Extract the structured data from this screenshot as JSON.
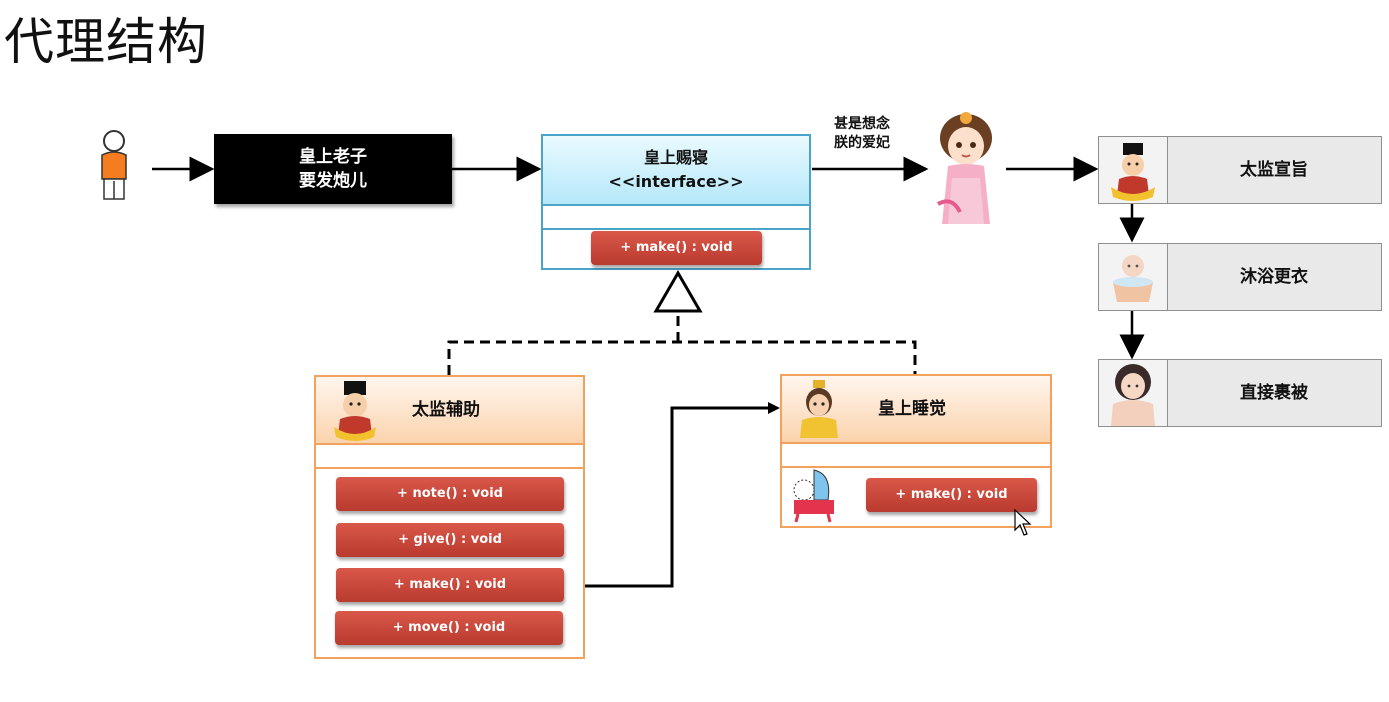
{
  "title": "代理结构",
  "client_box": {
    "line1": "皇上老子",
    "line2": "要发炮儿"
  },
  "interface": {
    "name": "皇上赐寝",
    "stereotype": "<<interface>>",
    "method": "+ make() : void"
  },
  "proxy_class": {
    "name": "太监辅助",
    "methods": [
      "+ note() : void",
      "+ give() : void",
      "+ make() : void",
      "+ move() : void"
    ]
  },
  "real_class": {
    "name": "皇上睡觉",
    "method": "+ make() : void"
  },
  "note": {
    "line1": "甚是想念",
    "line2": "朕的爱妃"
  },
  "steps": [
    {
      "label": "太监宣旨"
    },
    {
      "label": "沐浴更衣"
    },
    {
      "label": "直接裹被"
    }
  ],
  "colors": {
    "accent_method": "#c4463a",
    "interface_border": "#4aa3c8",
    "class_border": "#f2a25c"
  }
}
